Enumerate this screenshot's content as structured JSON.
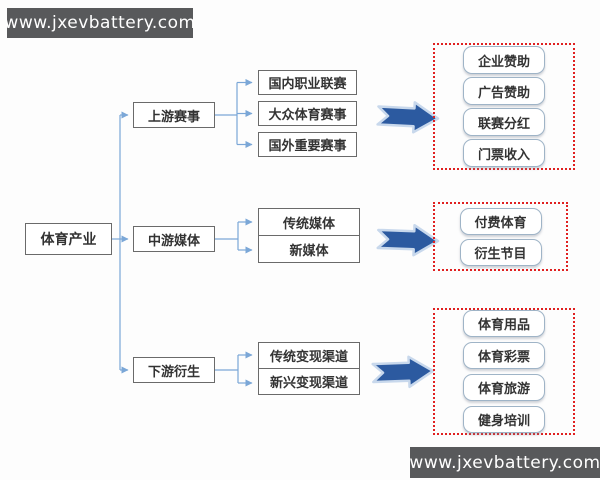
{
  "watermark_top": {
    "text": "www.jxevbattery.com"
  },
  "watermark_bottom": {
    "text": "www.jxevbattery.com"
  },
  "diagram": {
    "root": {
      "label": "体育产业"
    },
    "branches": [
      {
        "label": "上游赛事",
        "children": [
          "国内职业联赛",
          "大众体育赛事",
          "国外重要赛事"
        ],
        "outcomes": [
          "企业赞助",
          "广告赞助",
          "联赛分红",
          "门票收入"
        ]
      },
      {
        "label": "中游媒体",
        "children": [
          "传统媒体",
          "新媒体"
        ],
        "outcomes": [
          "付费体育",
          "衍生节目"
        ]
      },
      {
        "label": "下游衍生",
        "children": [
          "传统变现渠道",
          "新兴变现渠道"
        ],
        "outcomes": [
          "体育用品",
          "体育彩票",
          "体育旅游",
          "健身培训"
        ]
      }
    ]
  },
  "icons": {
    "block_arrow": "notched-right-arrow"
  },
  "colors": {
    "banner_bg": "#58595b",
    "banner_text": "#ffffff",
    "connector": "#7ba7d7",
    "block_arrow": "#2c5aa0",
    "block_arrow_halo": "#c8d8ec",
    "dashed_border": "#e02020",
    "box_border": "#6a6a6a",
    "rounded_border": "#9fb4c7",
    "text_color": "#333333"
  }
}
